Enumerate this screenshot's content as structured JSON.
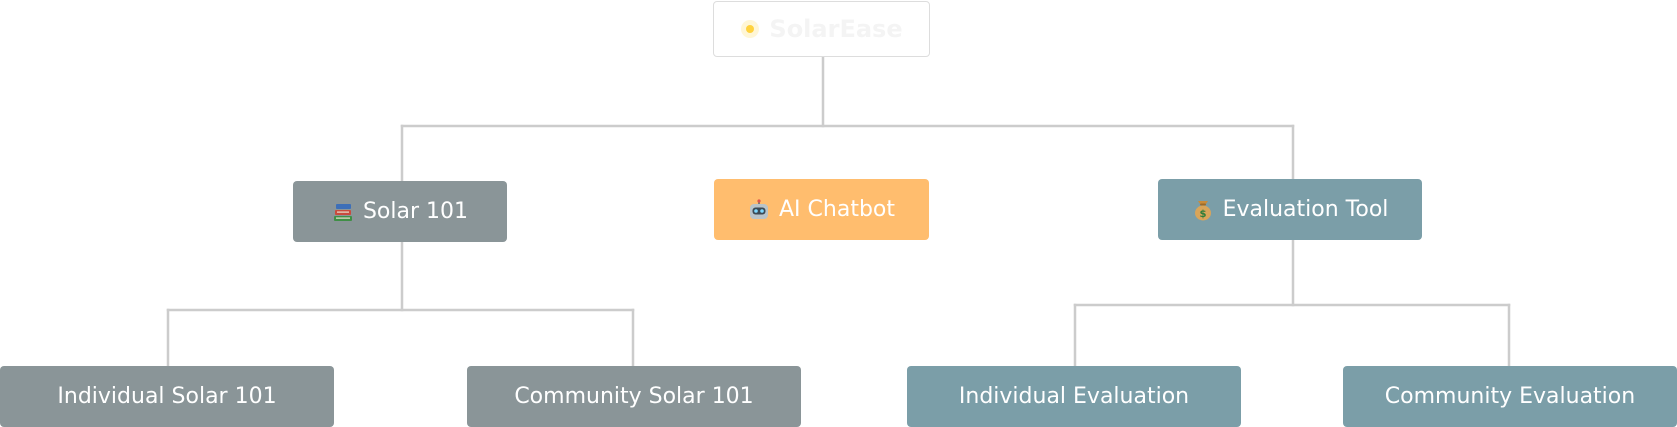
{
  "root": {
    "label": "SolarEase",
    "icon": "sun-icon"
  },
  "branches": [
    {
      "label": "Solar 101",
      "icon": "books-icon",
      "color": "#8a9598",
      "children": [
        {
          "label": "Individual Solar 101"
        },
        {
          "label": "Community Solar 101"
        }
      ]
    },
    {
      "label": "AI Chatbot",
      "icon": "robot-icon",
      "color": "#ffbd6e",
      "children": []
    },
    {
      "label": "Evaluation Tool",
      "icon": "money-bag-icon",
      "color": "#7b9ea8",
      "children": [
        {
          "label": "Individual Evaluation"
        },
        {
          "label": "Community Evaluation"
        }
      ]
    }
  ],
  "connector_color": "#cccccc"
}
